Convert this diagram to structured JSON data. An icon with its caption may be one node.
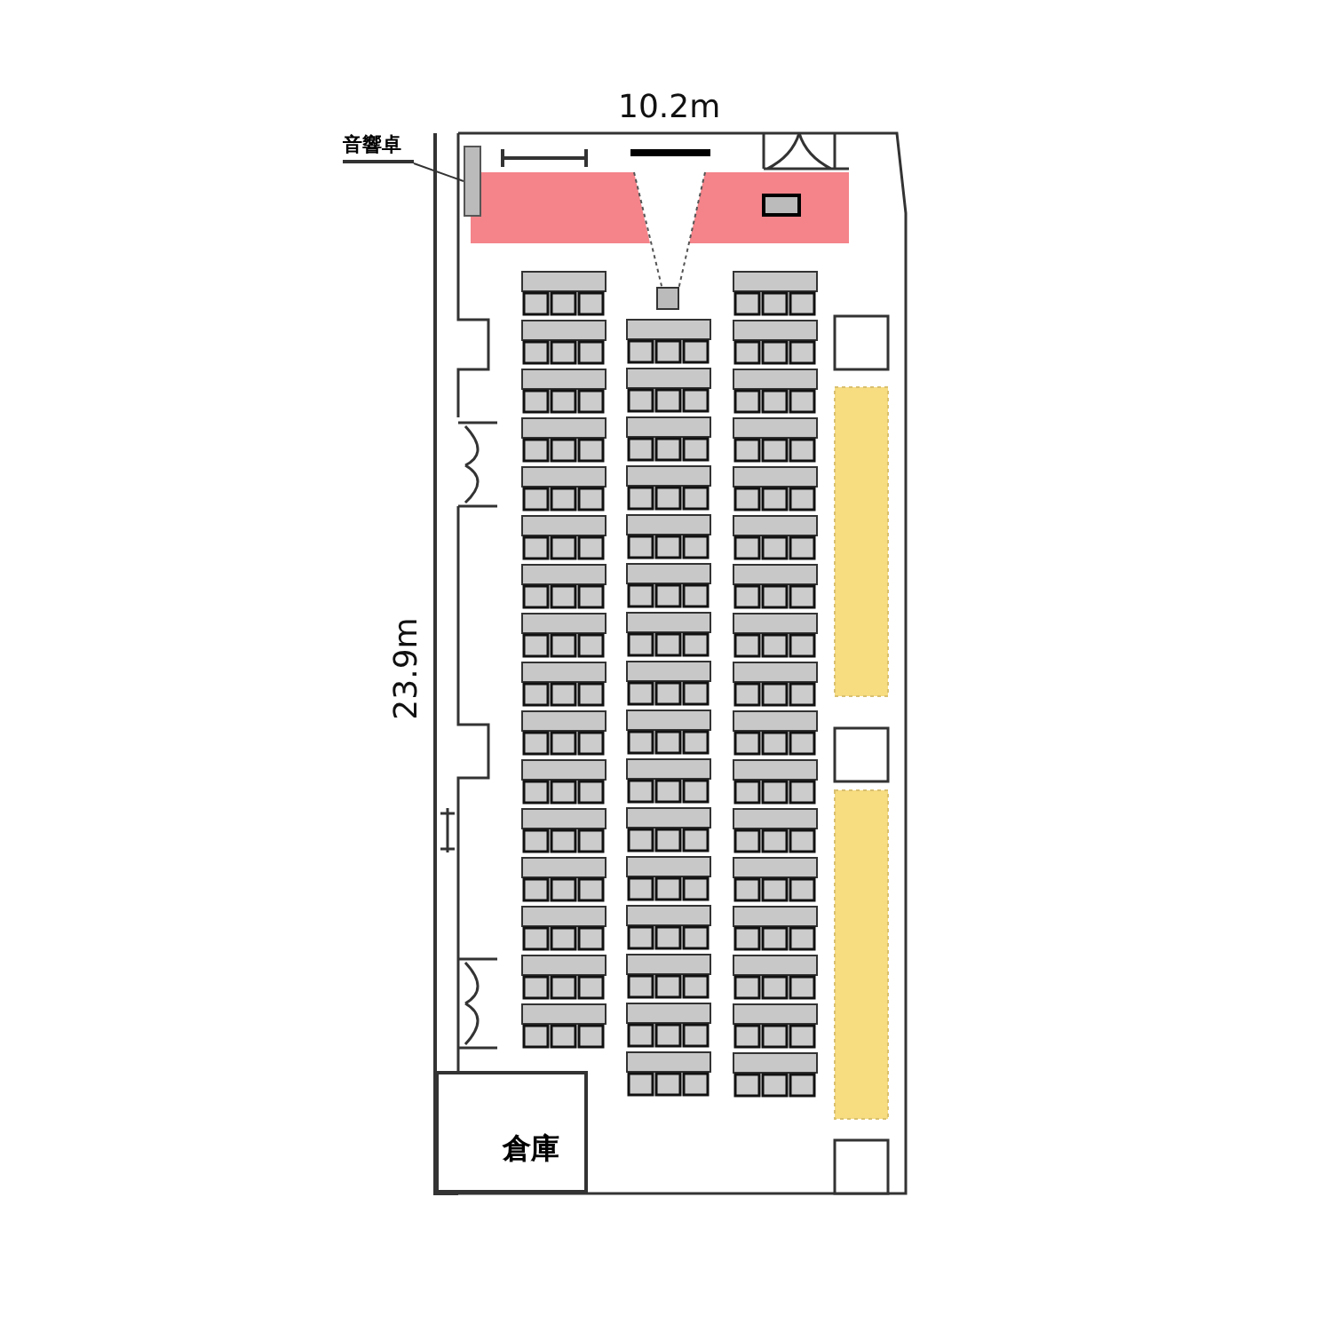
{
  "diagram": {
    "nodes": [
      {
        "text": [
          "音響卓"
        ]
      },
      {
        "text": [],
        "shape": "box"
      },
      {
        "text": [
          "倉庫"
        ]
      }
    ],
    "edges": [
      {
        "from": 0,
        "to": 1,
        "arrow": "none"
      }
    ],
    "labels": [
      "10.2m",
      "23.9m"
    ]
  }
}
